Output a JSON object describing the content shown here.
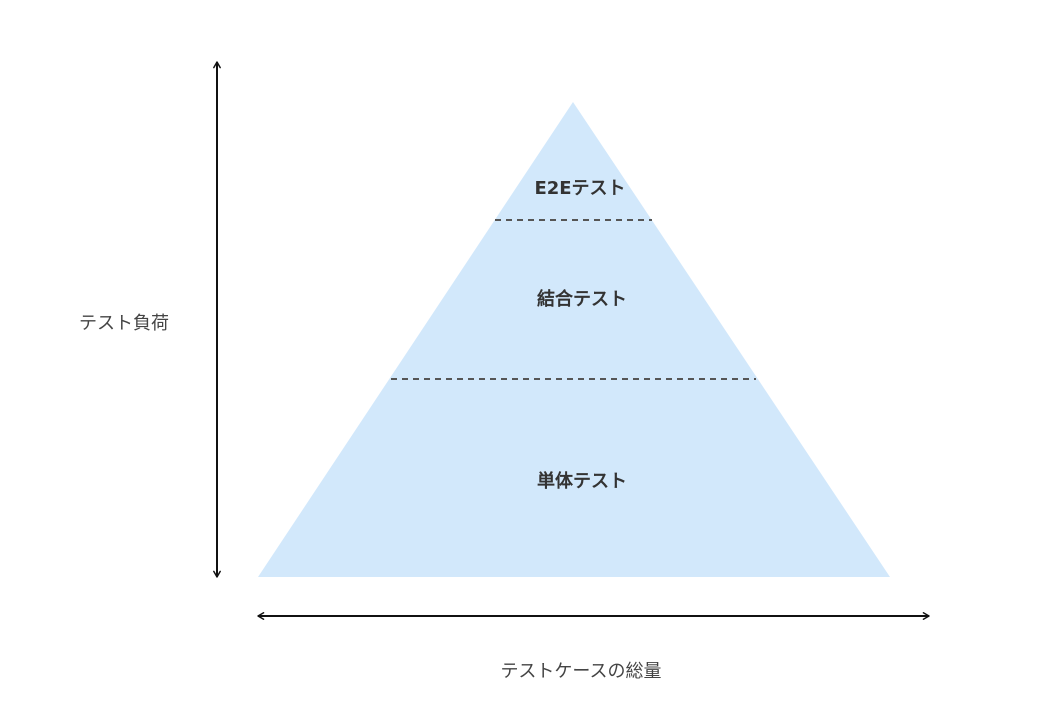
{
  "colors": {
    "pyramid_fill": "#d2e8fb",
    "divider": "#555555",
    "arrow": "#111111",
    "layer_text": "#333333",
    "axis_text": "#444444"
  },
  "pyramid": {
    "layers": [
      {
        "label": "E2Eテスト"
      },
      {
        "label": "結合テスト"
      },
      {
        "label": "単体テスト"
      }
    ]
  },
  "axes": {
    "vertical_label": "テスト負荷",
    "horizontal_label": "テストケースの総量"
  }
}
